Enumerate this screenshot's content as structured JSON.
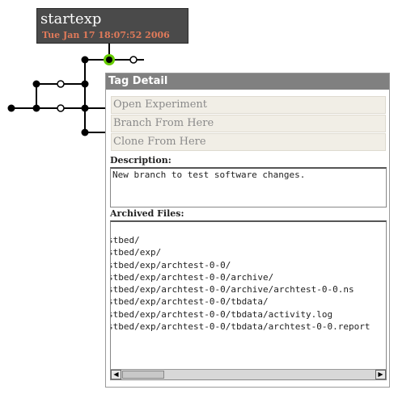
{
  "tooltip": {
    "title": "startexp",
    "date": "Tue Jan 17 18:07:52 2006"
  },
  "panel": {
    "header": "Tag Detail",
    "actions": [
      {
        "label": "Open Experiment"
      },
      {
        "label": "Branch From Here"
      },
      {
        "label": "Clone From Here"
      }
    ],
    "description_label": "Description:",
    "description": "New branch to test software changes.",
    "files_label": "Archived Files:",
    "files": [
      "stbed/",
      "stbed/exp/",
      "stbed/exp/archtest-0-0/",
      "stbed/exp/archtest-0-0/archive/",
      "stbed/exp/archtest-0-0/archive/archtest-0-0.ns",
      "stbed/exp/archtest-0-0/tbdata/",
      "stbed/exp/archtest-0-0/tbdata/activity.log",
      "stbed/exp/archtest-0-0/tbdata/archtest-0-0.report"
    ]
  },
  "colors": {
    "selected_node": "#66cc00",
    "header_bg": "#808080",
    "tooltip_bg": "#4a4a4a",
    "date_text": "#e07a5a"
  }
}
